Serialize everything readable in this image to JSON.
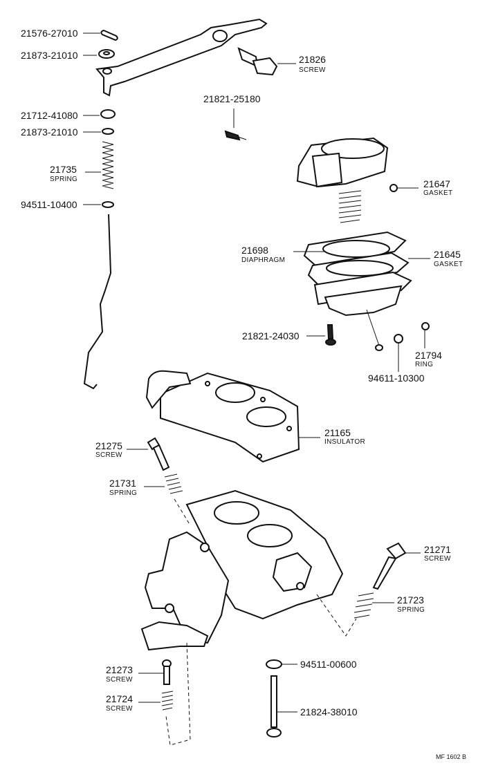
{
  "parts": [
    {
      "id": "p21576",
      "number": "21576-27010",
      "name": ""
    },
    {
      "id": "p21873a",
      "number": "21873-21010",
      "name": ""
    },
    {
      "id": "p21826",
      "number": "21826",
      "name": "SCREW"
    },
    {
      "id": "p21821a",
      "number": "21821-25180",
      "name": ""
    },
    {
      "id": "p21712",
      "number": "21712-41080",
      "name": ""
    },
    {
      "id": "p21873b",
      "number": "21873-21010",
      "name": ""
    },
    {
      "id": "p21735",
      "number": "21735",
      "name": "SPRING"
    },
    {
      "id": "p21647",
      "number": "21647",
      "name": "GASKET"
    },
    {
      "id": "p94511a",
      "number": "94511-10400",
      "name": ""
    },
    {
      "id": "p21698",
      "number": "21698",
      "name": "DIAPHRAGM"
    },
    {
      "id": "p21645",
      "number": "21645",
      "name": "GASKET"
    },
    {
      "id": "p21821b",
      "number": "21821-24030",
      "name": ""
    },
    {
      "id": "p21794",
      "number": "21794",
      "name": "RING"
    },
    {
      "id": "p94611",
      "number": "94611-10300",
      "name": ""
    },
    {
      "id": "p21165",
      "number": "21165",
      "name": "INSULATOR"
    },
    {
      "id": "p21275",
      "number": "21275",
      "name": "SCREW"
    },
    {
      "id": "p21731",
      "number": "21731",
      "name": "SPRING"
    },
    {
      "id": "p21271",
      "number": "21271",
      "name": "SCREW"
    },
    {
      "id": "p21723",
      "number": "21723",
      "name": "SPRING"
    },
    {
      "id": "p21273",
      "number": "21273",
      "name": "SCREW"
    },
    {
      "id": "p94511b",
      "number": "94511-00600",
      "name": ""
    },
    {
      "id": "p21724",
      "number": "21724",
      "name": "SCREW"
    },
    {
      "id": "p21824",
      "number": "21824-38010",
      "name": ""
    }
  ],
  "footer": {
    "code": "MF 1602 B"
  }
}
